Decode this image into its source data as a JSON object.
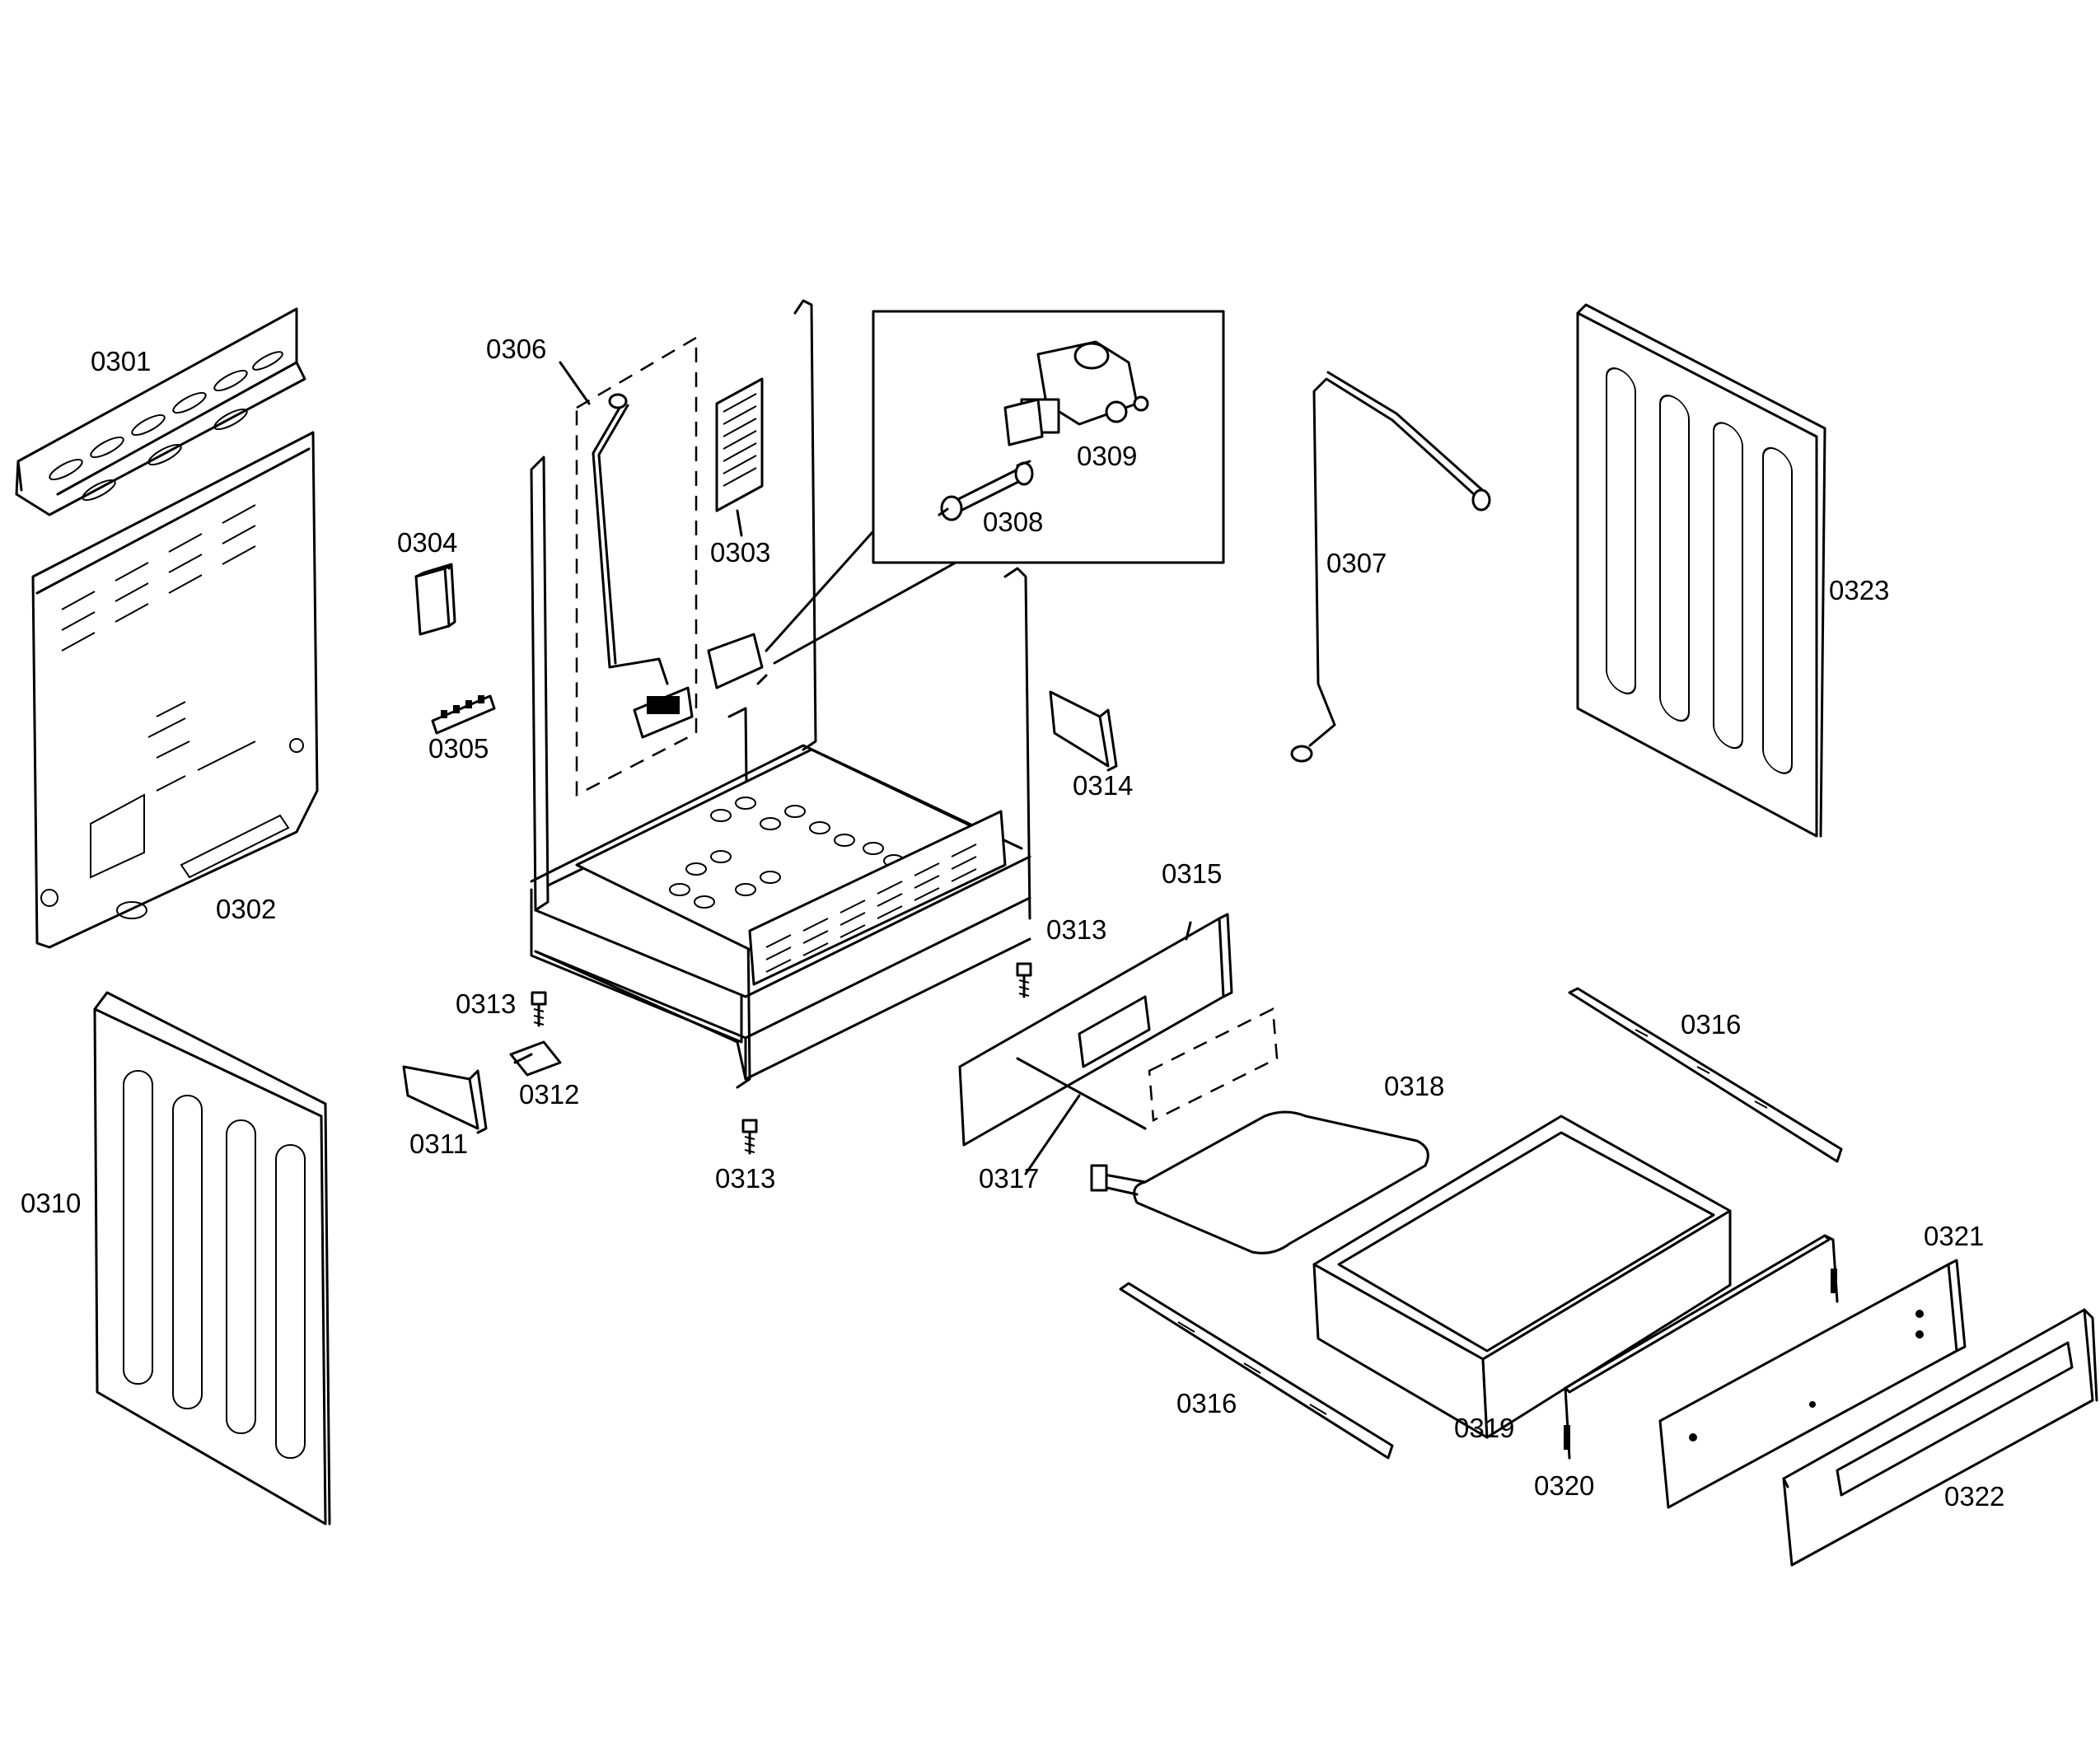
{
  "labels": {
    "l0301": "0301",
    "l0302": "0302",
    "l0303": "0303",
    "l0304": "0304",
    "l0305": "0305",
    "l0306": "0306",
    "l0307": "0307",
    "l0308": "0308",
    "l0309": "0309",
    "l0310": "0310",
    "l0311": "0311",
    "l0312": "0312",
    "l0313a": "0313",
    "l0313b": "0313",
    "l0313c": "0313",
    "l0314": "0314",
    "l0315": "0315",
    "l0316a": "0316",
    "l0316b": "0316",
    "l0317": "0317",
    "l0318": "0318",
    "l0319": "0319",
    "l0320": "0320",
    "l0321": "0321",
    "l0322": "0322",
    "l0323": "0323"
  }
}
